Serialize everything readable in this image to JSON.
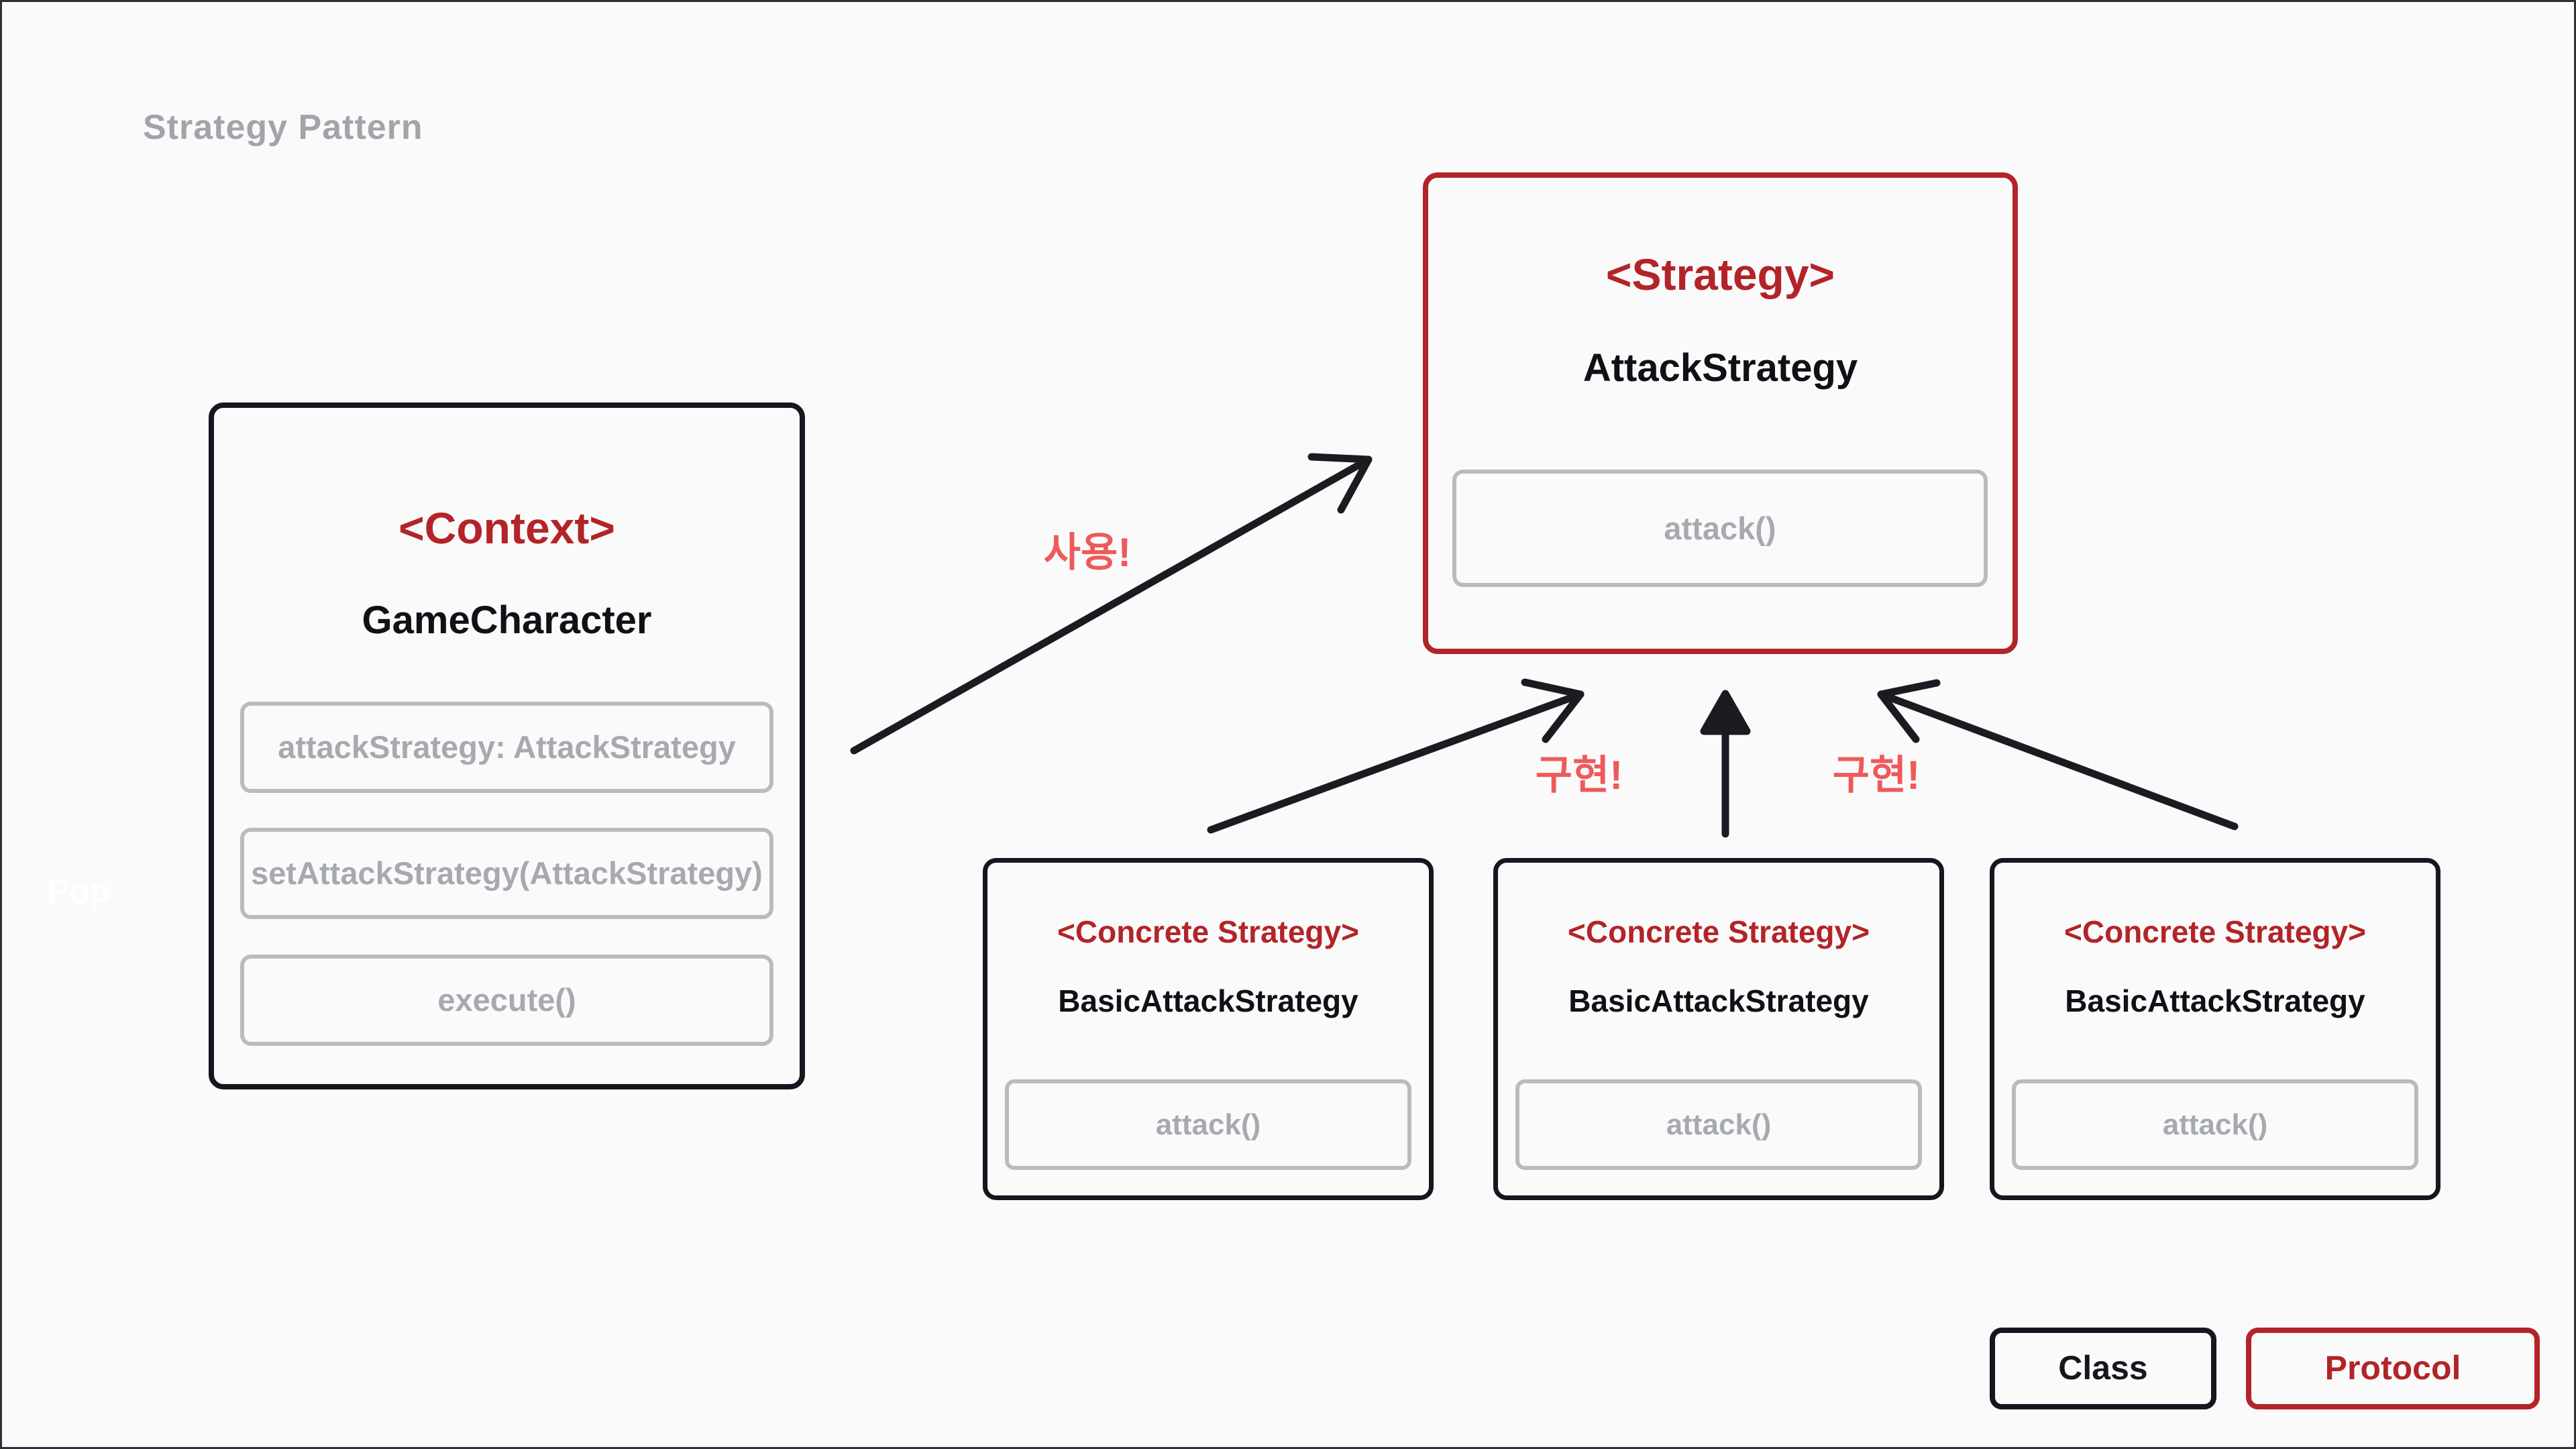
{
  "page": {
    "title": "Strategy Pattern",
    "watermark": "Pop",
    "colors": {
      "background": "#FAFAFB",
      "class_border_dark": "#16161E",
      "protocol_red": "#B22428",
      "arrow_dark": "#1B1B22",
      "arrow_label_red": "#EE5A5A",
      "muted_border_gray": "#B8BCC1",
      "muted_text_gray": "#A6AAB0",
      "title_gray": "#A1A5AB"
    }
  },
  "diagram": {
    "context_box": {
      "stereotype": "<Context>",
      "name": "GameCharacter",
      "members": [
        "attackStrategy: AttackStrategy",
        "setAttackStrategy(AttackStrategy)",
        "execute()"
      ]
    },
    "strategy_box": {
      "stereotype": "<Strategy>",
      "name": "AttackStrategy",
      "members": [
        "attack()"
      ]
    },
    "concrete_boxes": [
      {
        "stereotype": "<Concrete Strategy>",
        "name": "BasicAttackStrategy",
        "members": [
          "attack()"
        ]
      },
      {
        "stereotype": "<Concrete Strategy>",
        "name": "BasicAttackStrategy",
        "members": [
          "attack()"
        ]
      },
      {
        "stereotype": "<Concrete Strategy>",
        "name": "BasicAttackStrategy",
        "members": [
          "attack()"
        ]
      }
    ],
    "arrows": {
      "use_label": "사용!",
      "implement_label_left": "구현!",
      "implement_label_right": "구현!"
    }
  },
  "legend": {
    "class_label": "Class",
    "protocol_label": "Protocol"
  }
}
